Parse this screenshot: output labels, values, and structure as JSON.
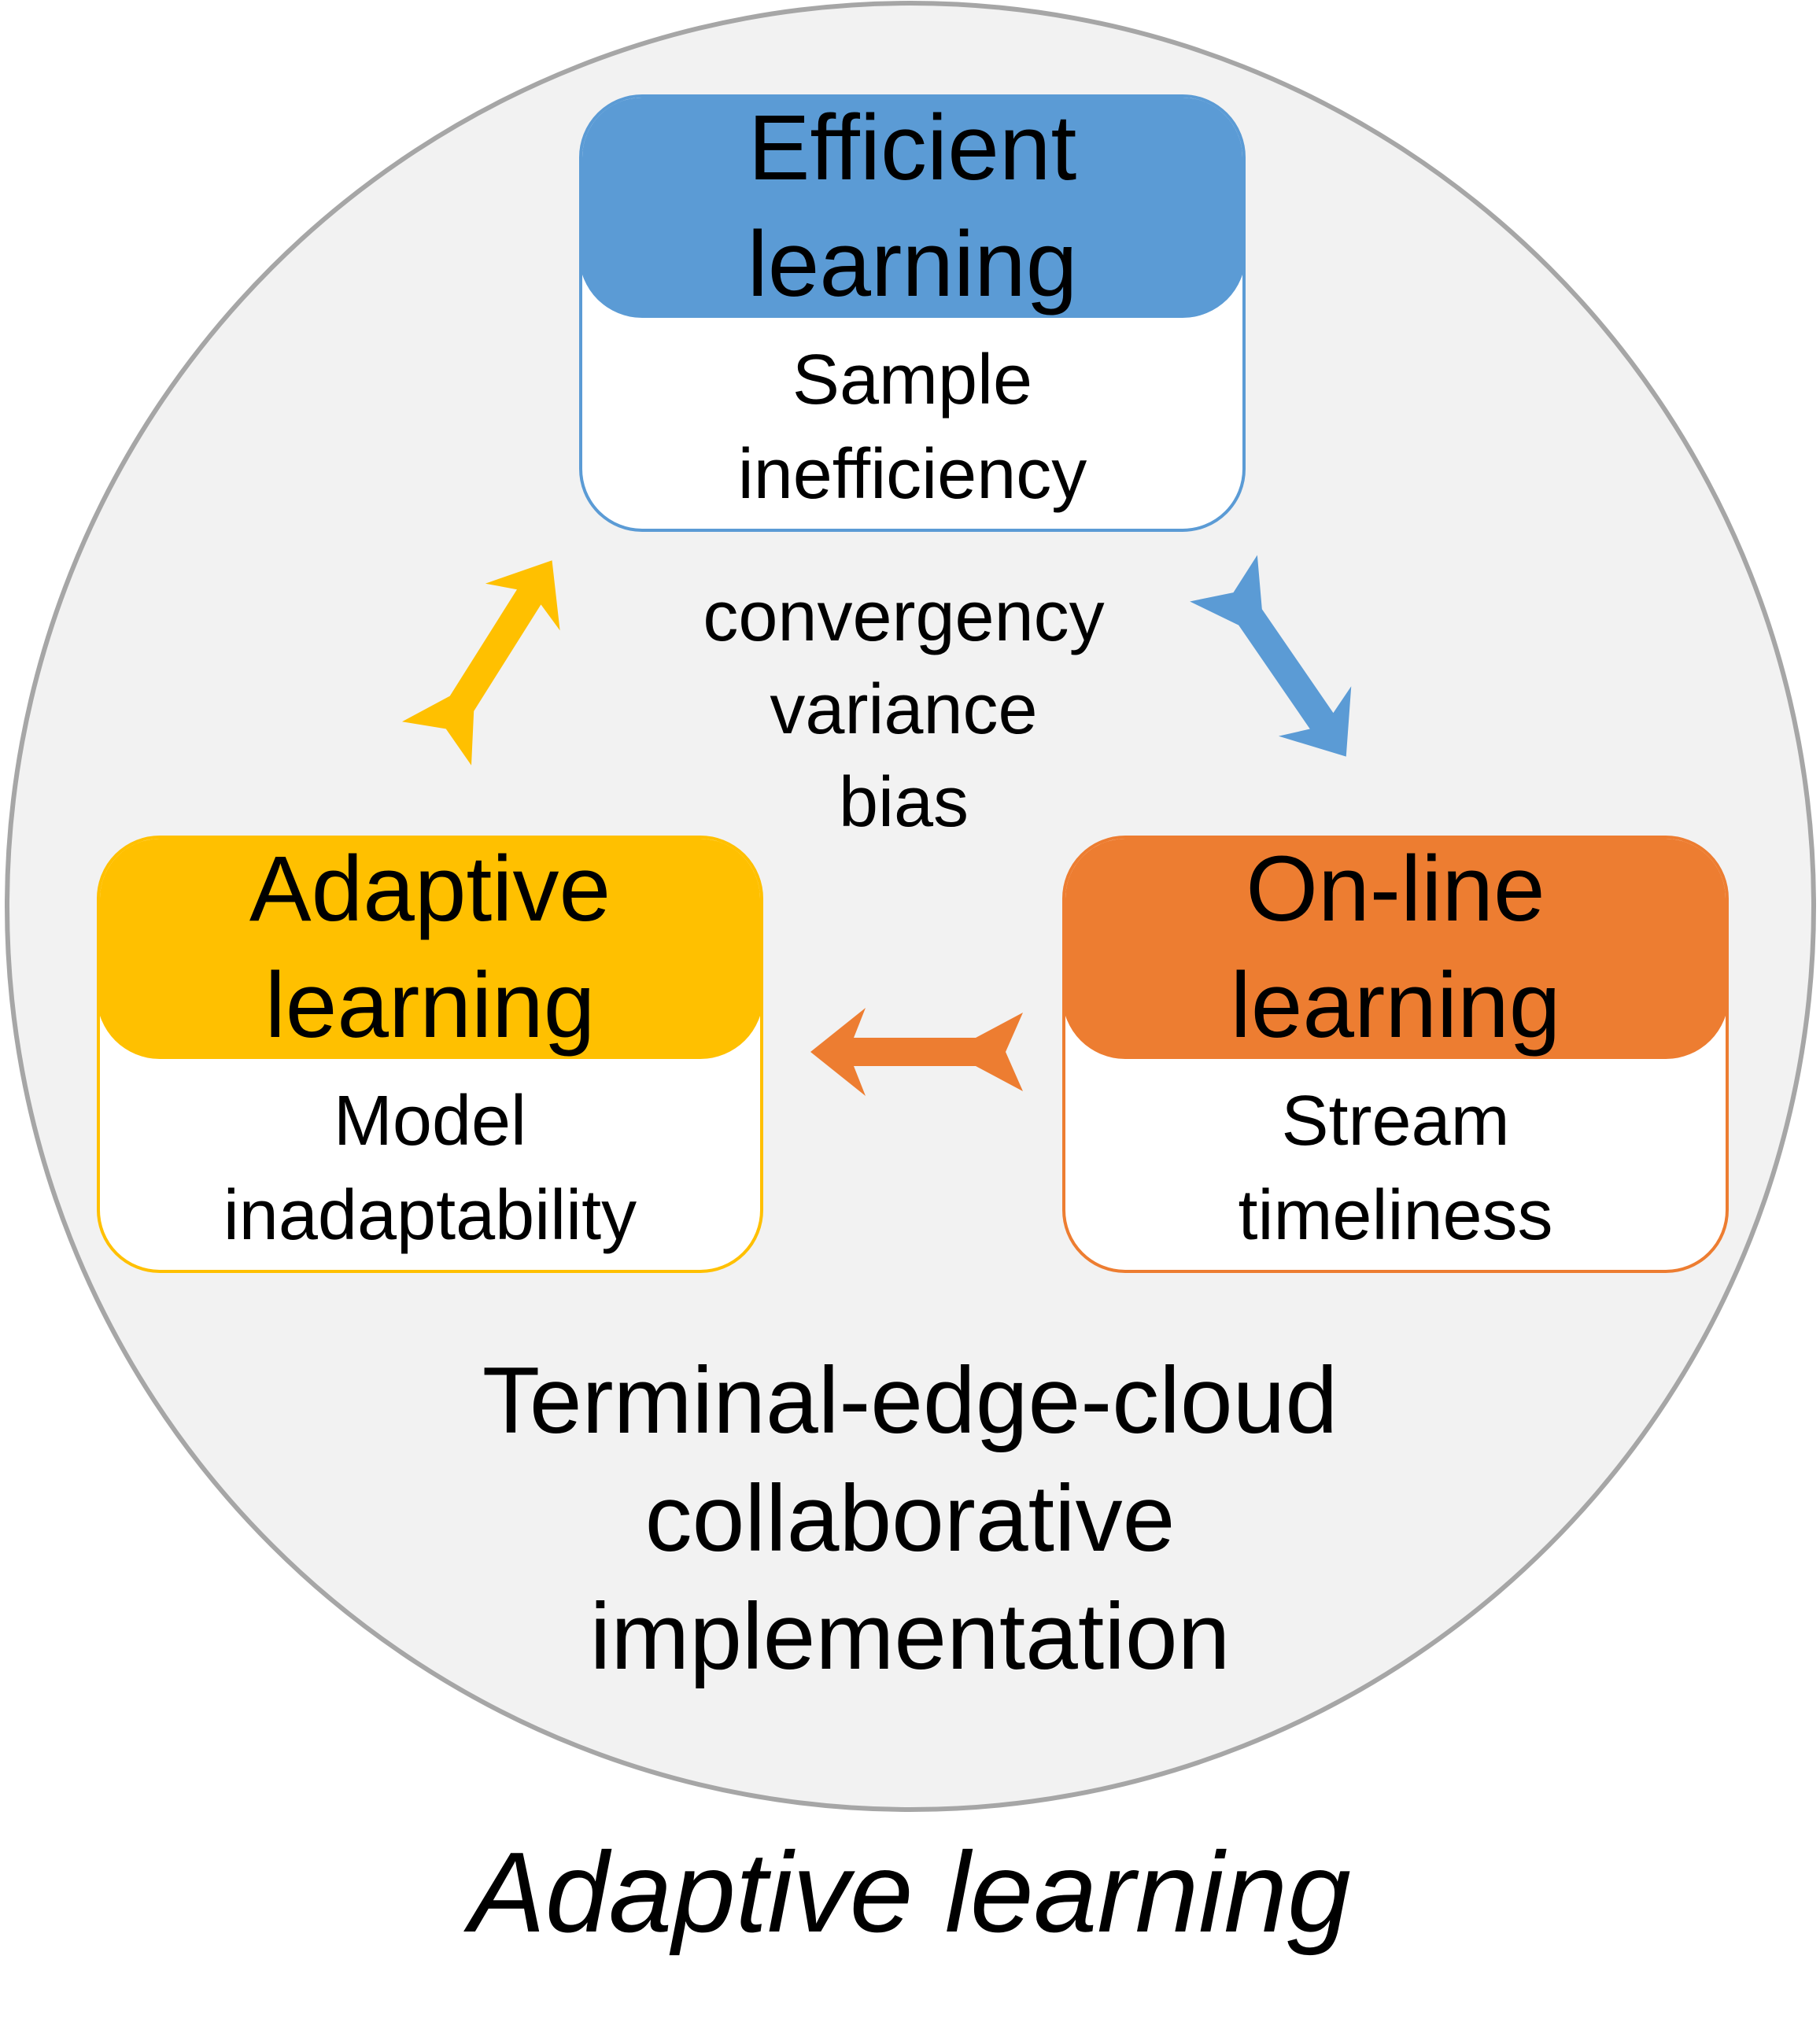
{
  "boxes": {
    "efficient": {
      "title_line1": "Efficient",
      "title_line2": "learning",
      "sub_line1": "Sample",
      "sub_line2": "inefficiency",
      "color": "#5b9bd5"
    },
    "adaptive": {
      "title_line1": "Adaptive",
      "title_line2": "learning",
      "sub_line1": "Model",
      "sub_line2": "inadaptability",
      "color": "#ffc000"
    },
    "online": {
      "title_line1": "On-line",
      "title_line2": "learning",
      "sub_line1": "Stream",
      "sub_line2": "timeliness",
      "color": "#ed7d31"
    }
  },
  "center_terms": [
    "convergency",
    "variance",
    "bias"
  ],
  "implementation": [
    "Terminal-edge-cloud",
    "collaborative",
    "implementation"
  ],
  "caption": "Adaptive learning",
  "colors": {
    "circle_fill": "#f2f2f2",
    "circle_stroke": "#a6a6a6"
  }
}
